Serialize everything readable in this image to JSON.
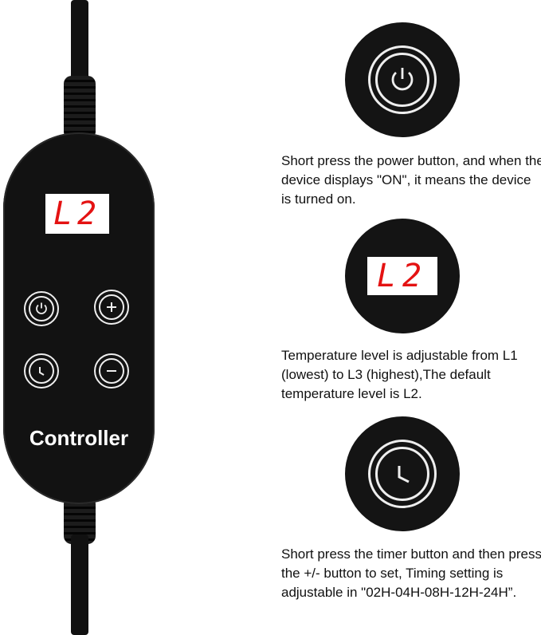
{
  "controller": {
    "display": "L2",
    "label": "Controller",
    "buttons": [
      "power-icon",
      "plus-icon",
      "clock-icon",
      "minus-icon"
    ]
  },
  "features": [
    {
      "icon": "power-icon",
      "text": "Short press the power button, and when the device displays \"ON\", it means the device is turned on."
    },
    {
      "icon": "display",
      "display": "L2",
      "text": "Temperature level is adjustable from L1 (lowest) to L3 (highest),The default temperature level is L2."
    },
    {
      "icon": "clock-icon",
      "text": "Short press the timer button and then press the +/- button to set, Timing setting is adjustable in \"02H-04H-08H-12H-24H”."
    }
  ],
  "colors": {
    "display_red": "#e41212",
    "body": "#121212"
  }
}
